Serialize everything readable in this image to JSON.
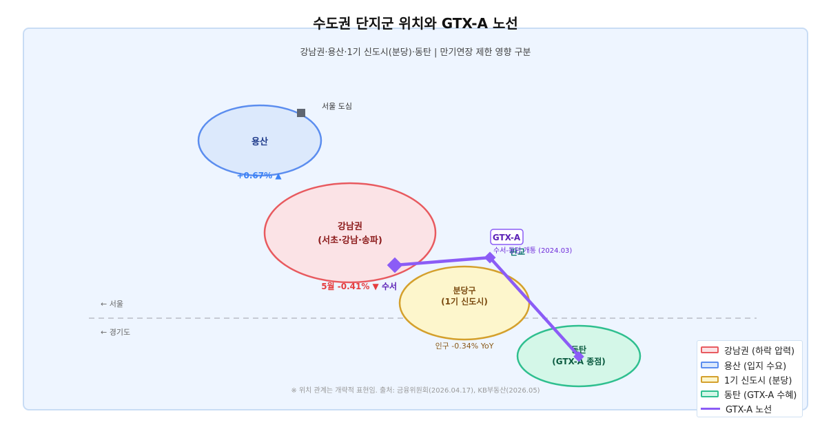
{
  "title": "수도권 단지군 위치와 GTX-A 노선",
  "subtitle": "강남권·용산·1기 신도시(분당)·동탄 | 만기연장 제한 영향 구분",
  "colors": {
    "gangnam": "#e85a5f",
    "yongsan": "#5b8def",
    "bundang": "#d4a02c",
    "dongtan": "#2fbf8f",
    "gtx": "#8b5cf6",
    "frame": "#c8dcf5"
  },
  "landmarks": {
    "downtown": "서울 도심",
    "seoul_side": "← 서울",
    "gyeonggi_side": "← 경기도"
  },
  "regions": {
    "yongsan": {
      "name": "용산",
      "change": "+0.67% ▲"
    },
    "gangnam": {
      "name_line1": "강남권",
      "name_line2": "(서초·강남·송파)",
      "change": "5월 -0.41% ▼"
    },
    "bundang": {
      "name_line1": "분당구",
      "name_line2": "(1기 신도시)",
      "note": "인구 -0.34% YoY"
    },
    "dongtan": {
      "name_line1": "동탄",
      "name_line2": "(GTX-A 종점)"
    }
  },
  "gtx": {
    "badge": "GTX-A",
    "opening": "수서-동탄 개통 (2024.03)",
    "stations": {
      "suseo": "수서",
      "pangyo": "판교"
    }
  },
  "footnote": "※ 위치 관계는 개략적 표현임. 출처: 금융위원회(2026.04.17), KB부동산(2026.05)",
  "legend": [
    {
      "label": "강남권 (하락 압력)",
      "type": "box",
      "key": "gangnam"
    },
    {
      "label": "용산 (입지 수요)",
      "type": "box",
      "key": "yongsan"
    },
    {
      "label": "1기 신도시 (분당)",
      "type": "box",
      "key": "bundang"
    },
    {
      "label": "동탄 (GTX-A 수혜)",
      "type": "box",
      "key": "dongtan"
    },
    {
      "label": "GTX-A 노선",
      "type": "line",
      "key": "gtx"
    }
  ]
}
